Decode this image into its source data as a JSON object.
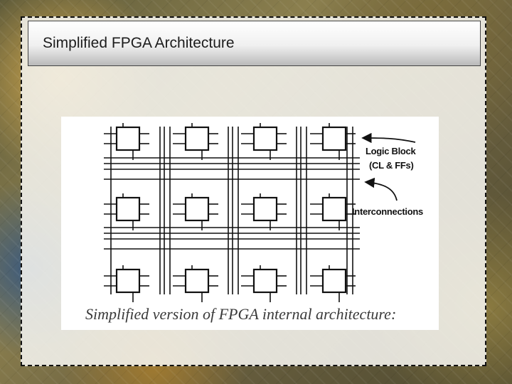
{
  "slide": {
    "title": "Simplified FPGA Architecture"
  },
  "figure": {
    "caption": "Simplified version of FPGA internal architecture:",
    "labels": {
      "logic_block_line1": "Logic Block",
      "logic_block_line2": "(CL & FFs)",
      "interconnections": "Interconnections"
    },
    "grid": {
      "rows": 3,
      "cols": 4
    }
  }
}
